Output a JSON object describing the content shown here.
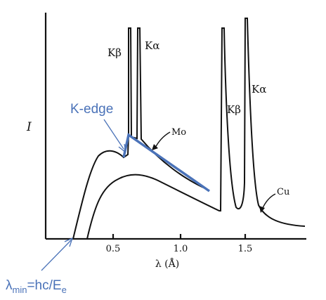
{
  "chart_data": {
    "type": "line",
    "ylabel": "I",
    "xlabel": "λ (Å)",
    "xticks": [
      "0.5",
      "1.0",
      "1.5"
    ],
    "series_labels": {
      "mo": "Mo",
      "cu": "Cu",
      "mo_kbeta": "Kβ",
      "mo_kalpha": "Kα",
      "cu_kbeta": "Kβ",
      "cu_kalpha": "Kα"
    },
    "annotations": {
      "kedge": "K-edge",
      "lambda_min": {
        "symbol": "λ",
        "subscript": "min",
        "equals": "=hc/E",
        "e_subscript": "e"
      }
    }
  },
  "colors": {
    "axis": "#111111",
    "curve": "#111111",
    "annotation": "#4a72b8"
  }
}
